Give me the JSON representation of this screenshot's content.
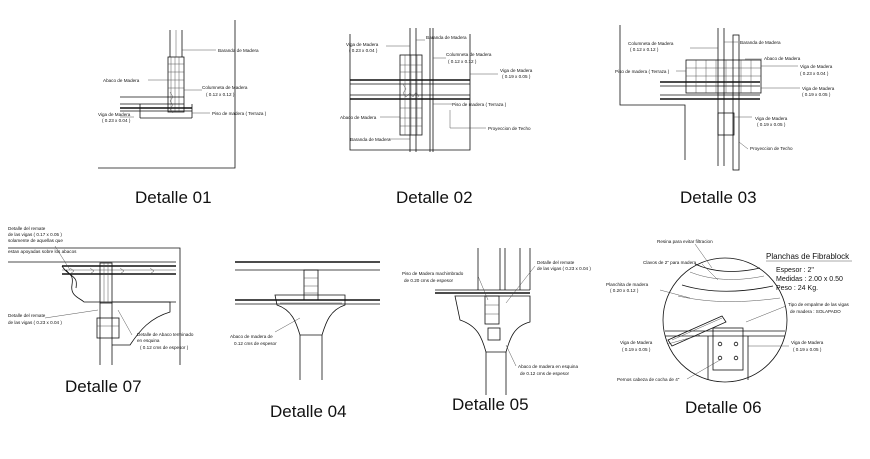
{
  "drawing": {
    "d01": {
      "title": "Detalle 01",
      "labels": {
        "baranda": "Baranda de Madera",
        "abaco": "Abaco de Madera",
        "columneta": "Columneta de Madera",
        "columneta_dim": "( 0.12 x 0.12 )",
        "viga": "Viga de Madera",
        "viga_dim": "( 0.23 x 0.04 )",
        "piso": "Piso de madera ( Terraza )"
      }
    },
    "d02": {
      "title": "Detalle 02",
      "labels": {
        "viga": "Viga de Madera",
        "viga_dim": "( 0.23 x 0.04 )",
        "baranda_top": "Baranda de Madera",
        "columneta": "Columneta de Madera",
        "columneta_dim": "( 0.12 x 0.12 )",
        "viga_r": "Viga de Madera",
        "viga_r_dim": "( 0.19 x 0.05 )",
        "piso": "Piso de madera ( Terraza )",
        "abaco": "Abaco de Madera",
        "proyeccion": "Proyeccion de Techo",
        "baranda_bot": "Baranda de Madera"
      }
    },
    "d03": {
      "title": "Detalle 03",
      "labels": {
        "columneta": "Columneta de Madera",
        "columneta_dim": "( 0.12 x 0.12 )",
        "baranda": "Baranda de Madera",
        "abaco": "Abaco de Madera",
        "viga_top": "Viga de Madera",
        "viga_top_dim": "( 0.23 x 0.04 )",
        "piso": "Piso de madera ( Terraza )",
        "viga_mid": "Viga de Madera",
        "viga_mid_dim": "( 0.19 x 0.05 )",
        "proyeccion": "Proyeccion de Techo"
      }
    },
    "d07": {
      "title": "Detalle 07",
      "labels": {
        "remate_top1": "Detalle del remate",
        "remate_top2": "de las vigas ( 0.17 x 0.05 )",
        "remate_top3": "solamente de aquellas que",
        "remate_top4": "estan apoyadas sobre los abacos",
        "remate_bot1": "Detalle del remate",
        "remate_bot2": "de las vigas ( 0.23 x 0.04 )",
        "abaco1": "Detalle de Abaco terminado",
        "abaco2": "en esquina",
        "abaco3": "( 0.12 cms de espesor )"
      }
    },
    "d04": {
      "title": "Detalle 04",
      "labels": {
        "abaco1": "Abaco de madera de",
        "abaco2": "0.12 cms de espesor"
      }
    },
    "d05": {
      "title": "Detalle 05",
      "labels": {
        "piso1": "Piso de Madera machimbrado",
        "piso2": "de 0.20 cms de espesor",
        "remate1": "Detalle del remate",
        "remate2": "de las vigas ( 0.23 x 0.04 )",
        "abaco1": "Abaco de madera en esquina",
        "abaco2": "de 0.12 cms de espesor"
      }
    },
    "d06": {
      "title": "Detalle 06",
      "planchas_title": "Planchas de Fibrablock",
      "spec_espesor": "Espesor : 2\"",
      "spec_medidas": "Medidas : 2.00 x 0.50",
      "spec_peso": "Peso : 24 Kg.",
      "labels": {
        "resina": "Resina para evitar filtracion",
        "clavos": "Clavos de 2\" para madera",
        "planchita1": "Planchita de madera",
        "planchita2": "( 0.20 x 0.12 )",
        "tipo1": "Tipo de empalme de las vigas",
        "tipo2": "de madera : SOLAPADO",
        "viga_l1": "Viga de Madera",
        "viga_l2": "( 0.19 x 0.05 )",
        "viga_r1": "Viga de Madera",
        "viga_r2": "( 0.19 x 0.05 )",
        "pernos": "Pernos cabeza de cocha de 4\""
      }
    }
  }
}
